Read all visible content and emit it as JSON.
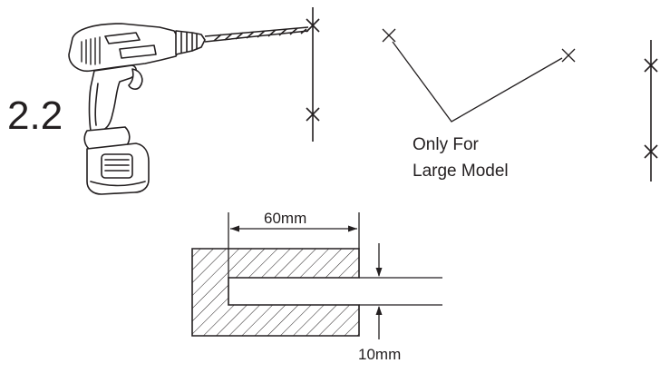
{
  "step": {
    "number": "2.2"
  },
  "angled_marks": {
    "note_line1": "Only For",
    "note_line2": "Large Model"
  },
  "section_detail": {
    "width_label": "60mm",
    "gap_label": "10mm"
  },
  "colors": {
    "ink": "#231f20",
    "paper": "#ffffff"
  },
  "icons": {
    "tool": "drill-icon",
    "marks": "cross-mark-icon"
  }
}
